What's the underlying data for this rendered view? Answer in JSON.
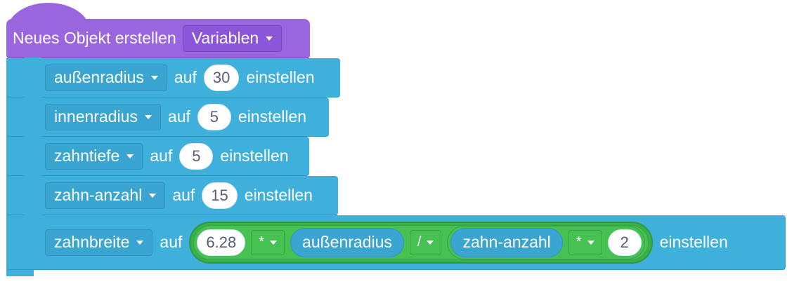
{
  "hat": {
    "label": "Neues Objekt erstellen",
    "category": "Variablen"
  },
  "blocks": [
    {
      "variable": "außenradius",
      "auf": "auf",
      "value": "30",
      "end": "einstellen"
    },
    {
      "variable": "innenradius",
      "auf": "auf",
      "value": "5",
      "end": "einstellen"
    },
    {
      "variable": "zahntiefe",
      "auf": "auf",
      "value": "5",
      "end": "einstellen"
    },
    {
      "variable": "zahn-anzahl",
      "auf": "auf",
      "value": "15",
      "end": "einstellen"
    }
  ],
  "last": {
    "variable": "zahnbreite",
    "auf": "auf",
    "n1": "6.28",
    "op1": "*",
    "var1": "außenradius",
    "op2": "/",
    "var2": "zahn-anzahl",
    "op3": "*",
    "n2": "2",
    "end": "einstellen"
  },
  "colors": {
    "hat": "#9966e0",
    "block": "#3eb0db",
    "operator": "#46c152"
  }
}
